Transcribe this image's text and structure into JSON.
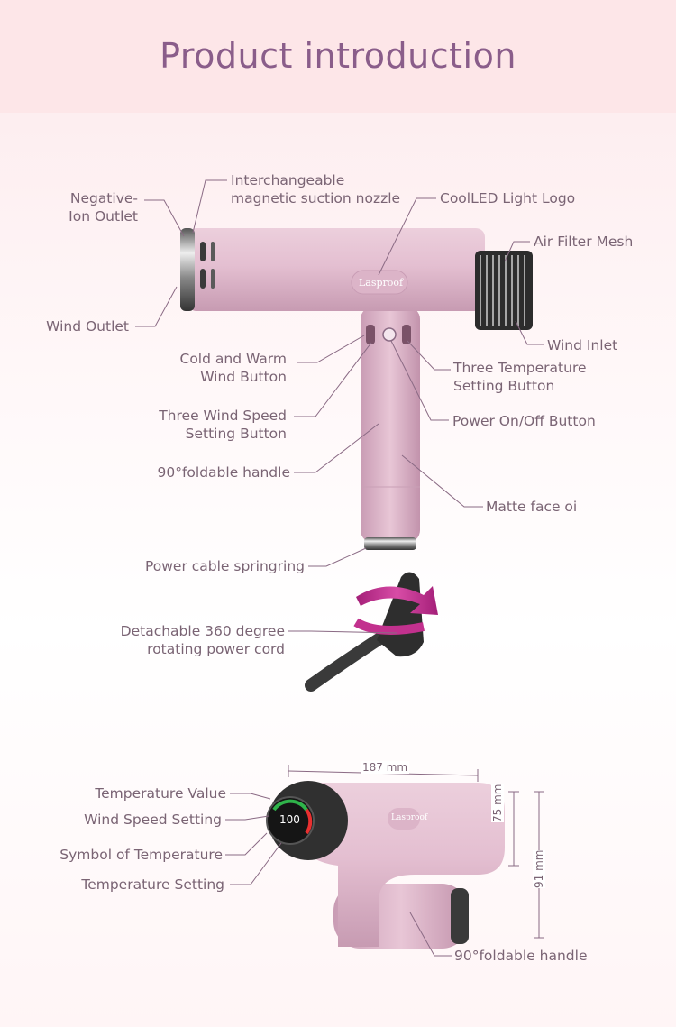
{
  "page": {
    "title": "Product introduction"
  },
  "product": {
    "brand_logo": "Lasproof",
    "display_value": "100"
  },
  "labels_top": {
    "negative_ion_outlet_1": "Negative-",
    "negative_ion_outlet_2": "Ion Outlet",
    "nozzle_1": "Interchangeable",
    "nozzle_2": "magnetic suction nozzle",
    "led_logo": "CoolLED Light Logo",
    "air_filter": "Air Filter Mesh",
    "wind_outlet": "Wind Outlet",
    "wind_inlet": "Wind Inlet",
    "cold_warm_1": "Cold and Warm",
    "cold_warm_2": "Wind Button",
    "three_temp_1": "Three Temperature",
    "three_temp_2": "Setting Button",
    "three_wind_1": "Three Wind Speed",
    "three_wind_2": "Setting Button",
    "power_button": "Power On/Off Button",
    "foldable_handle": "90°foldable handle",
    "matte_face": "Matte face oi",
    "cable_springring": "Power cable springring",
    "detachable_1": "Detachable 360 degree",
    "detachable_2": "rotating power cord"
  },
  "labels_bottom": {
    "temperature_value": "Temperature Value",
    "wind_speed_setting": "Wind Speed Setting",
    "symbol_temperature": "Symbol of Temperature",
    "temperature_setting": "Temperature Setting",
    "foldable_handle": "90°foldable handle"
  },
  "dimensions": {
    "length": "187 mm",
    "head_height": "75 mm",
    "total_height": "91 mm"
  },
  "colors": {
    "title": "#8a5d8a",
    "body_pink": "#e2bcd0",
    "leader": "#8a6a84",
    "arrow_magenta": "#c2318e"
  }
}
